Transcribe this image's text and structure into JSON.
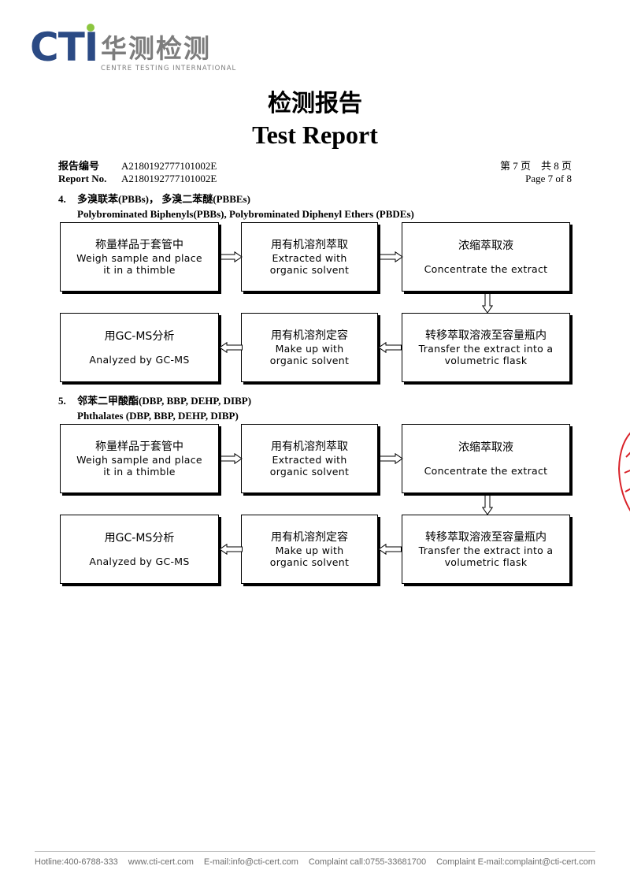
{
  "logo": {
    "brand": "CTI",
    "name_cn": "华测检测",
    "name_en": "CENTRE TESTING INTERNATIONAL",
    "brand_color": "#2b4a84",
    "dot_color": "#8cc63f"
  },
  "title": {
    "cn": "检测报告",
    "en": "Test Report"
  },
  "meta": {
    "report_no_label_cn": "报告编号",
    "report_no_label_en": "Report No.",
    "report_no": "A2180192777101002E",
    "page_cn": "第 7 页    共 8 页",
    "page_en": "Page 7 of 8"
  },
  "sections": [
    {
      "number": "4.",
      "title_cn": "多溴联苯(PBBs)，  多溴二苯醚(PBBEs)",
      "title_en": "Polybrominated Biphenyls(PBBs), Polybrominated Diphenyl Ethers (PBDEs)",
      "steps": [
        {
          "cn": "称量样品于套管中",
          "en1": "Weigh sample and place",
          "en2": "it in a thimble"
        },
        {
          "cn": "用有机溶剂萃取",
          "en1": "Extracted with",
          "en2": "organic solvent"
        },
        {
          "cn": "浓缩萃取液",
          "en1": "Concentrate the extract",
          "en2": ""
        },
        {
          "cn": "转移萃取溶液至容量瓶内",
          "en1": "Transfer the extract into a",
          "en2": "volumetric flask"
        },
        {
          "cn": "用有机溶剂定容",
          "en1": "Make up with",
          "en2": "organic solvent"
        },
        {
          "cn": "用GC-MS分析",
          "en1": "Analyzed by GC-MS",
          "en2": ""
        }
      ]
    },
    {
      "number": "5.",
      "title_cn": "邻苯二甲酸酯(DBP, BBP, DEHP, DIBP)",
      "title_en": "Phthalates (DBP, BBP, DEHP, DIBP)",
      "steps": [
        {
          "cn": "称量样品于套管中",
          "en1": "Weigh sample and place",
          "en2": "it in a thimble"
        },
        {
          "cn": "用有机溶剂萃取",
          "en1": "Extracted with",
          "en2": "organic solvent"
        },
        {
          "cn": "浓缩萃取液",
          "en1": "Concentrate the extract",
          "en2": ""
        },
        {
          "cn": "转移萃取溶液至容量瓶内",
          "en1": "Transfer the extract into a",
          "en2": "volumetric flask"
        },
        {
          "cn": "用有机溶剂定容",
          "en1": "Make up with",
          "en2": "organic solvent"
        },
        {
          "cn": "用GC-MS分析",
          "en1": "Analyzed by GC-MS",
          "en2": ""
        }
      ]
    }
  ],
  "footer": {
    "hotline": "Hotline:400-6788-333",
    "website": "www.cti-cert.com",
    "email": "E-mail:info@cti-cert.com",
    "complaint_call": "Complaint call:0755-33681700",
    "complaint_email": "Complaint E-mail:complaint@cti-cert.com"
  }
}
